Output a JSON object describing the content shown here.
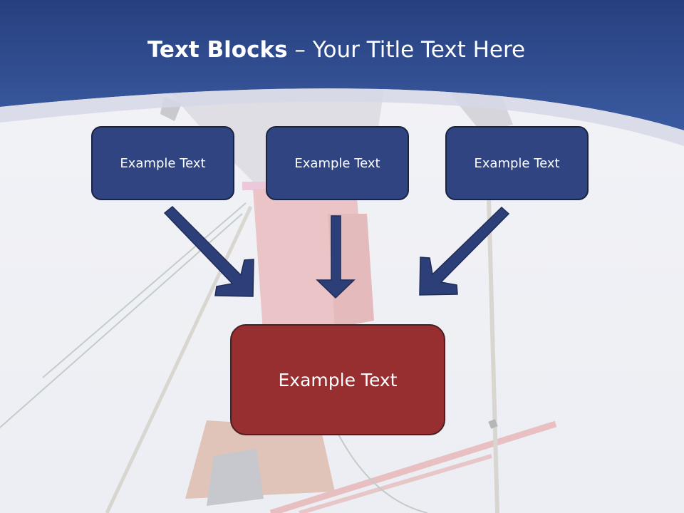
{
  "slide": {
    "title_bold": "Text Blocks",
    "title_dash": " – ",
    "title_rest": "Your Title Text Here",
    "blocks": [
      {
        "label": "Example Text"
      },
      {
        "label": "Example Text"
      },
      {
        "label": "Example Text"
      }
    ],
    "target": {
      "label": "Example Text"
    }
  },
  "colors": {
    "header_blue": "#2f4a8f",
    "block_blue": "#2f4480",
    "target_red": "#972f31",
    "arrow_blue": "#2c3f78"
  }
}
